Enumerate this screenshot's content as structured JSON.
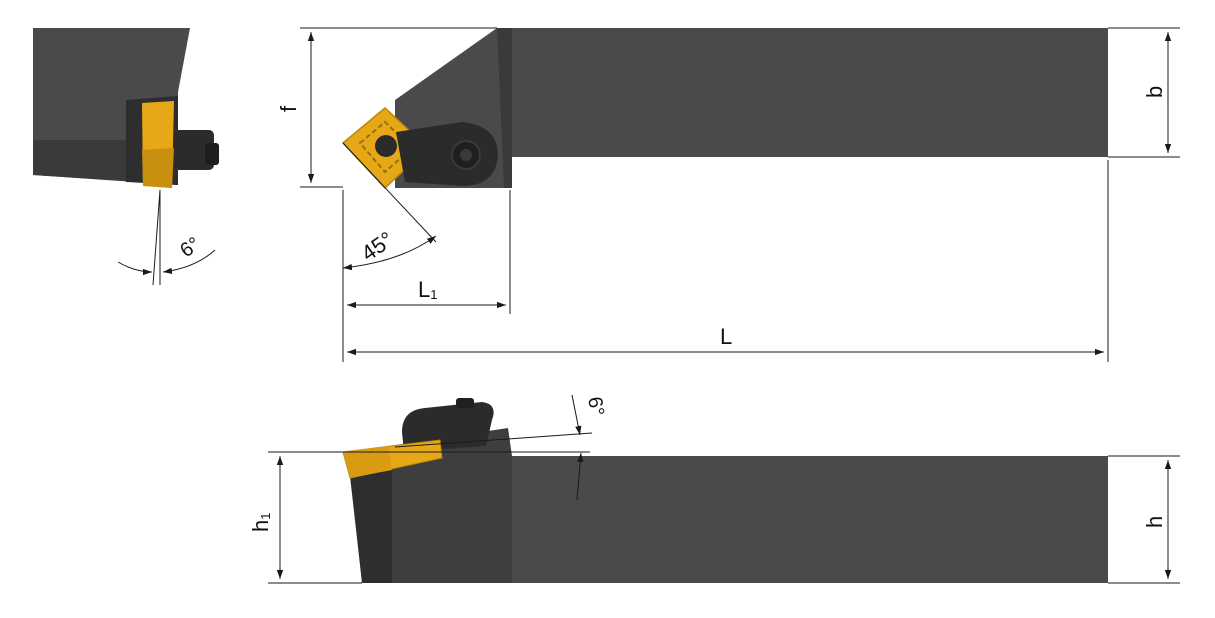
{
  "labels": {
    "f": "f",
    "b": "b",
    "L1_main": "L",
    "L1_sub": "1",
    "L": "L",
    "angle_top": "45°",
    "angle_side": "6°",
    "angle_rake": "6°",
    "h1_main": "h",
    "h1_sub": "1",
    "h": "h"
  },
  "colors": {
    "body": "#4a4a4a",
    "body_dark": "#3a3a3a",
    "body_shadow": "#2e2e2e",
    "insert": "#e6a817",
    "insert_dark": "#b8860b",
    "clamp": "#2b2b2b",
    "line": "#1a1a1a"
  }
}
